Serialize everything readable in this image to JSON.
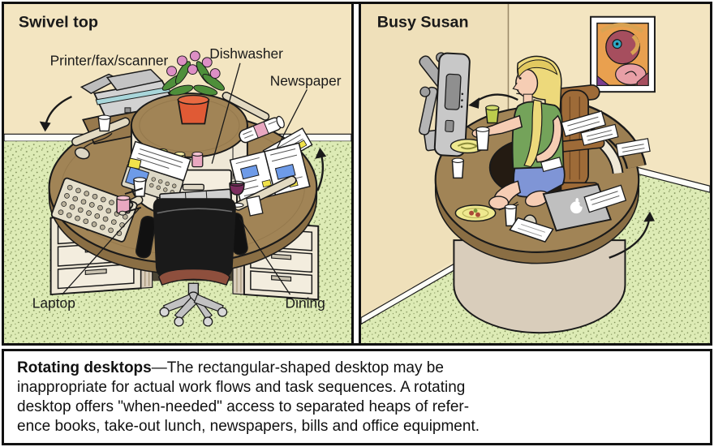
{
  "panels": {
    "left": {
      "title": "Swivel top",
      "labels": {
        "printer": "Printer/fax/scanner",
        "dishwasher": "Dishwasher",
        "newspaper": "Newspaper",
        "laptop": "Laptop",
        "dining": "Dining"
      }
    },
    "right": {
      "title": "Busy Susan"
    }
  },
  "caption": {
    "line1_bold": "Rotating desktops",
    "line1_rest": "—The rectangular-shaped desktop may be",
    "line2": "inappropriate for actual work flows and task sequences. A rotating",
    "line3": "desktop offers \"when-needed\" access to separated heaps of refer-",
    "line4": "ence books, take-out lunch, newspapers, bills and office equipment."
  },
  "colors": {
    "ink": "#1a1a1a",
    "wall": "#F3E5C1",
    "wall_side": "#EFE0BA",
    "floor": "#DDEBB5",
    "speckle": "#74854E",
    "baseboard": "#FDFDF8",
    "desk_top": "#A18456",
    "desk_edge": "#8A6E44",
    "tier_brown": "#97794D",
    "cabinet": "#EFE8D6",
    "drawer": "#F3EDDE",
    "pedestal_base": "#D9CDBB",
    "chair_black": "#1A1A1A",
    "seat_ring": "#8E4F3D",
    "metal": "#C2C2C2",
    "wood_chair": "#9E6B38",
    "skin": "#F6CDB4",
    "hair": "#EDD97B",
    "shirt_green": "#74A35A",
    "shorts_blue": "#7F95D6",
    "monitor_gray": "#C8C8C8",
    "laptop_gray": "#BFBFBF",
    "newspaper_blue": "#6E9BE8",
    "highlight_yellow": "#F0E24A",
    "pot_red": "#E05A35",
    "flower_pink": "#DD8FC5",
    "leaf_green": "#4E8F3A",
    "wine_purple": "#7B2D5E",
    "cup_green": "#BCCC4D",
    "cup_yellow": "#E8DC7A",
    "cup_pink": "#E9A8C0",
    "plate_yellow": "#EFE98F",
    "art_orange": "#E9A04F",
    "art_maroon": "#A64E5E",
    "art_pink": "#E89FA6",
    "art_teal": "#2FA9C4"
  }
}
